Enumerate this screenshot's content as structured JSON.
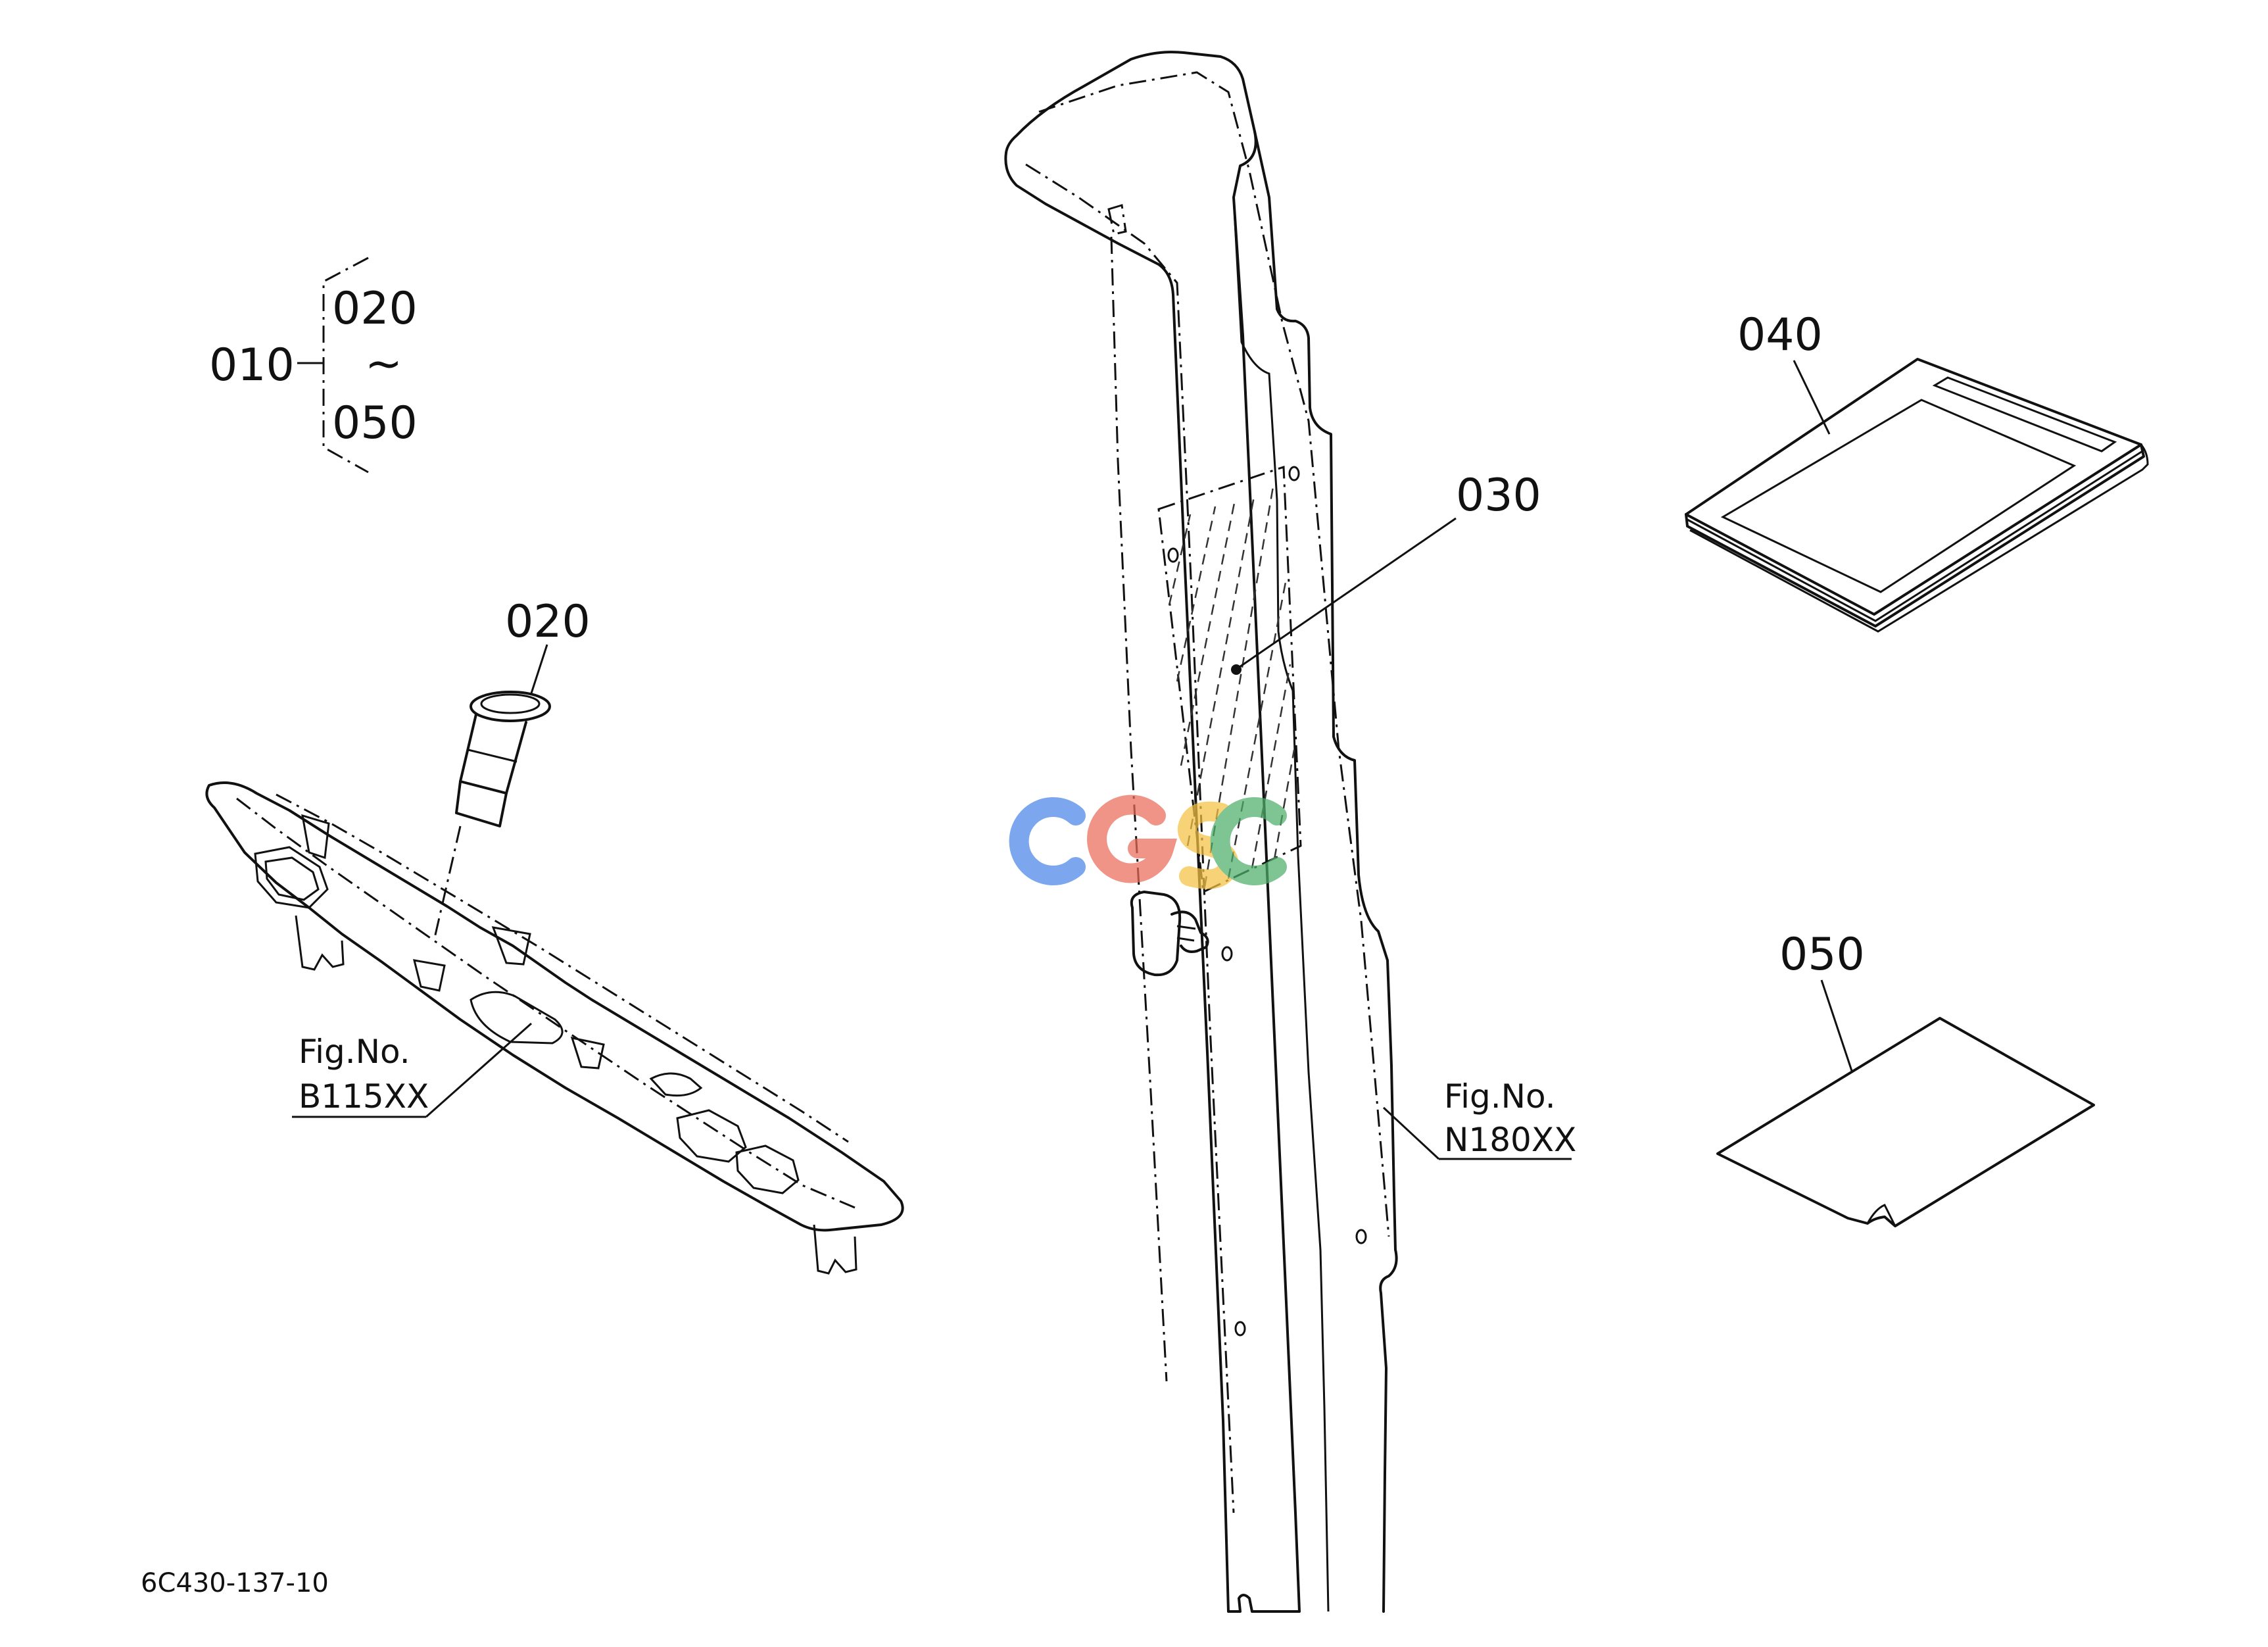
{
  "assembly": {
    "parent": "010",
    "range_start": "020",
    "range_sep": "~",
    "range_end": "050"
  },
  "callouts": {
    "p020": "020",
    "p030": "030",
    "p040": "040",
    "p050": "050"
  },
  "figure_refs": [
    {
      "label": "Fig.No.",
      "number": "B115XX"
    },
    {
      "label": "Fig.No.",
      "number": "N180XX"
    }
  ],
  "watermark": {
    "text": "CGSC",
    "colors": [
      "#4a86e8",
      "#ea6b5a",
      "#f5c242",
      "#4eae6a"
    ]
  },
  "drawing_code": "6C430-137-10"
}
